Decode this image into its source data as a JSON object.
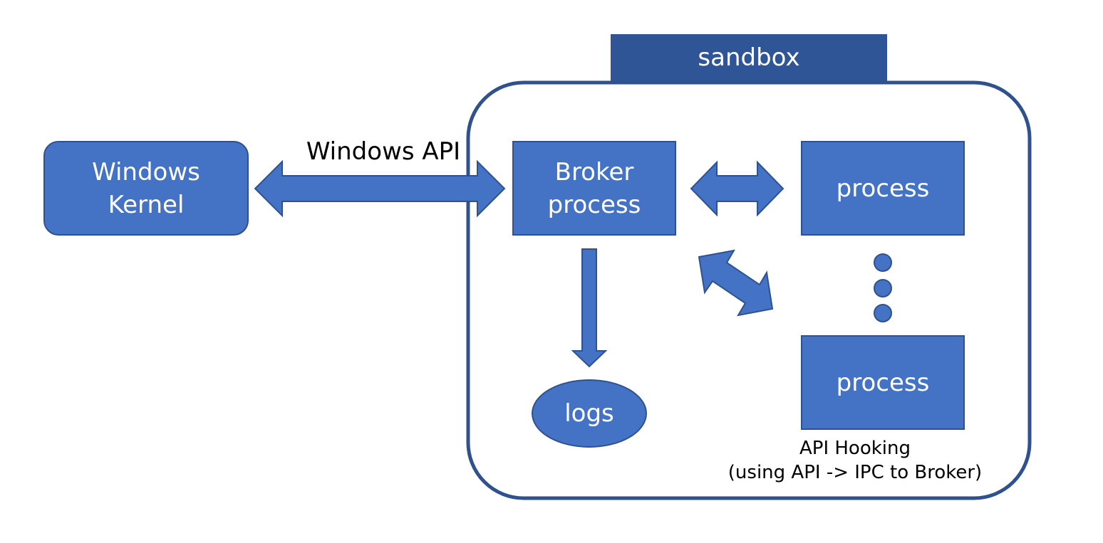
{
  "colors": {
    "fill": "#4472c4",
    "stroke": "#2f528f",
    "tab_fill": "#2f5597",
    "text_light": "#ffffff",
    "text_dark": "#000000"
  },
  "sandbox": {
    "label": "sandbox"
  },
  "nodes": {
    "windows_kernel": "Windows\nKernel",
    "broker_process": "Broker\nprocess",
    "process_top": "process",
    "process_bottom": "process",
    "logs": "logs"
  },
  "edges": {
    "windows_api": "Windows API",
    "api_hooking": "API Hooking\n(using API -> IPC to Broker)"
  }
}
